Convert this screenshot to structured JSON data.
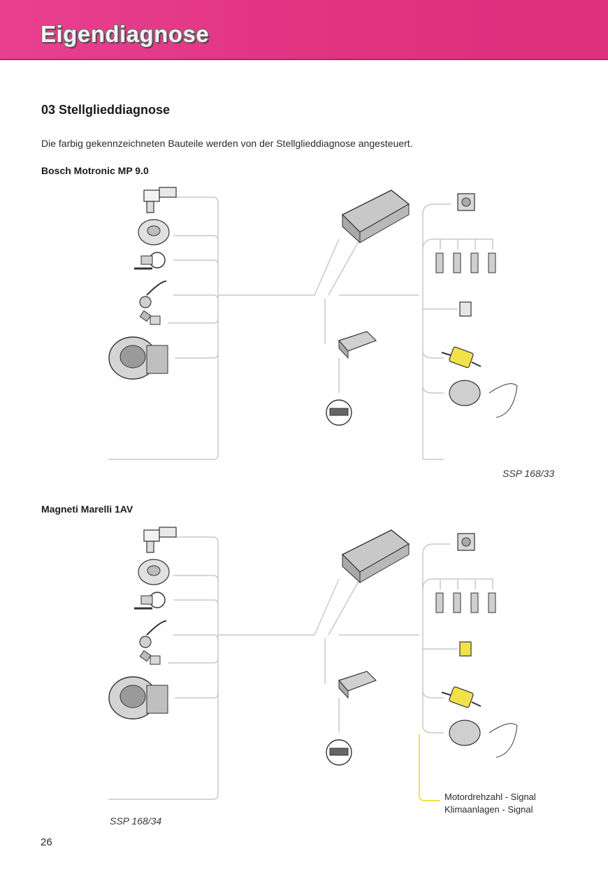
{
  "header": {
    "title": "Eigendiagnose",
    "band_color": "#e0327f",
    "text_color": "#f7f0f4"
  },
  "section": {
    "heading": "03 Stellglieddiagnose",
    "intro": "Die farbig gekennzeichneten Bauteile werden von der Stellglieddiagnose angesteuert."
  },
  "diagrams": [
    {
      "subtitle": "Bosch Motronic MP 9.0",
      "ssp": "SSP 168/33",
      "highlighted_components": [
        "fuel-tank-vent-valve"
      ],
      "highlight_color": "#f2e24a"
    },
    {
      "subtitle": "Magneti Marelli 1AV",
      "ssp": "SSP 168/34",
      "highlighted_components": [
        "relay",
        "fuel-tank-vent-valve"
      ],
      "highlight_color": "#f2e24a",
      "signals": [
        "Motordrehzahl - Signal",
        "Klimaanlagen - Signal"
      ]
    }
  ],
  "footer": {
    "page_number": "26"
  }
}
